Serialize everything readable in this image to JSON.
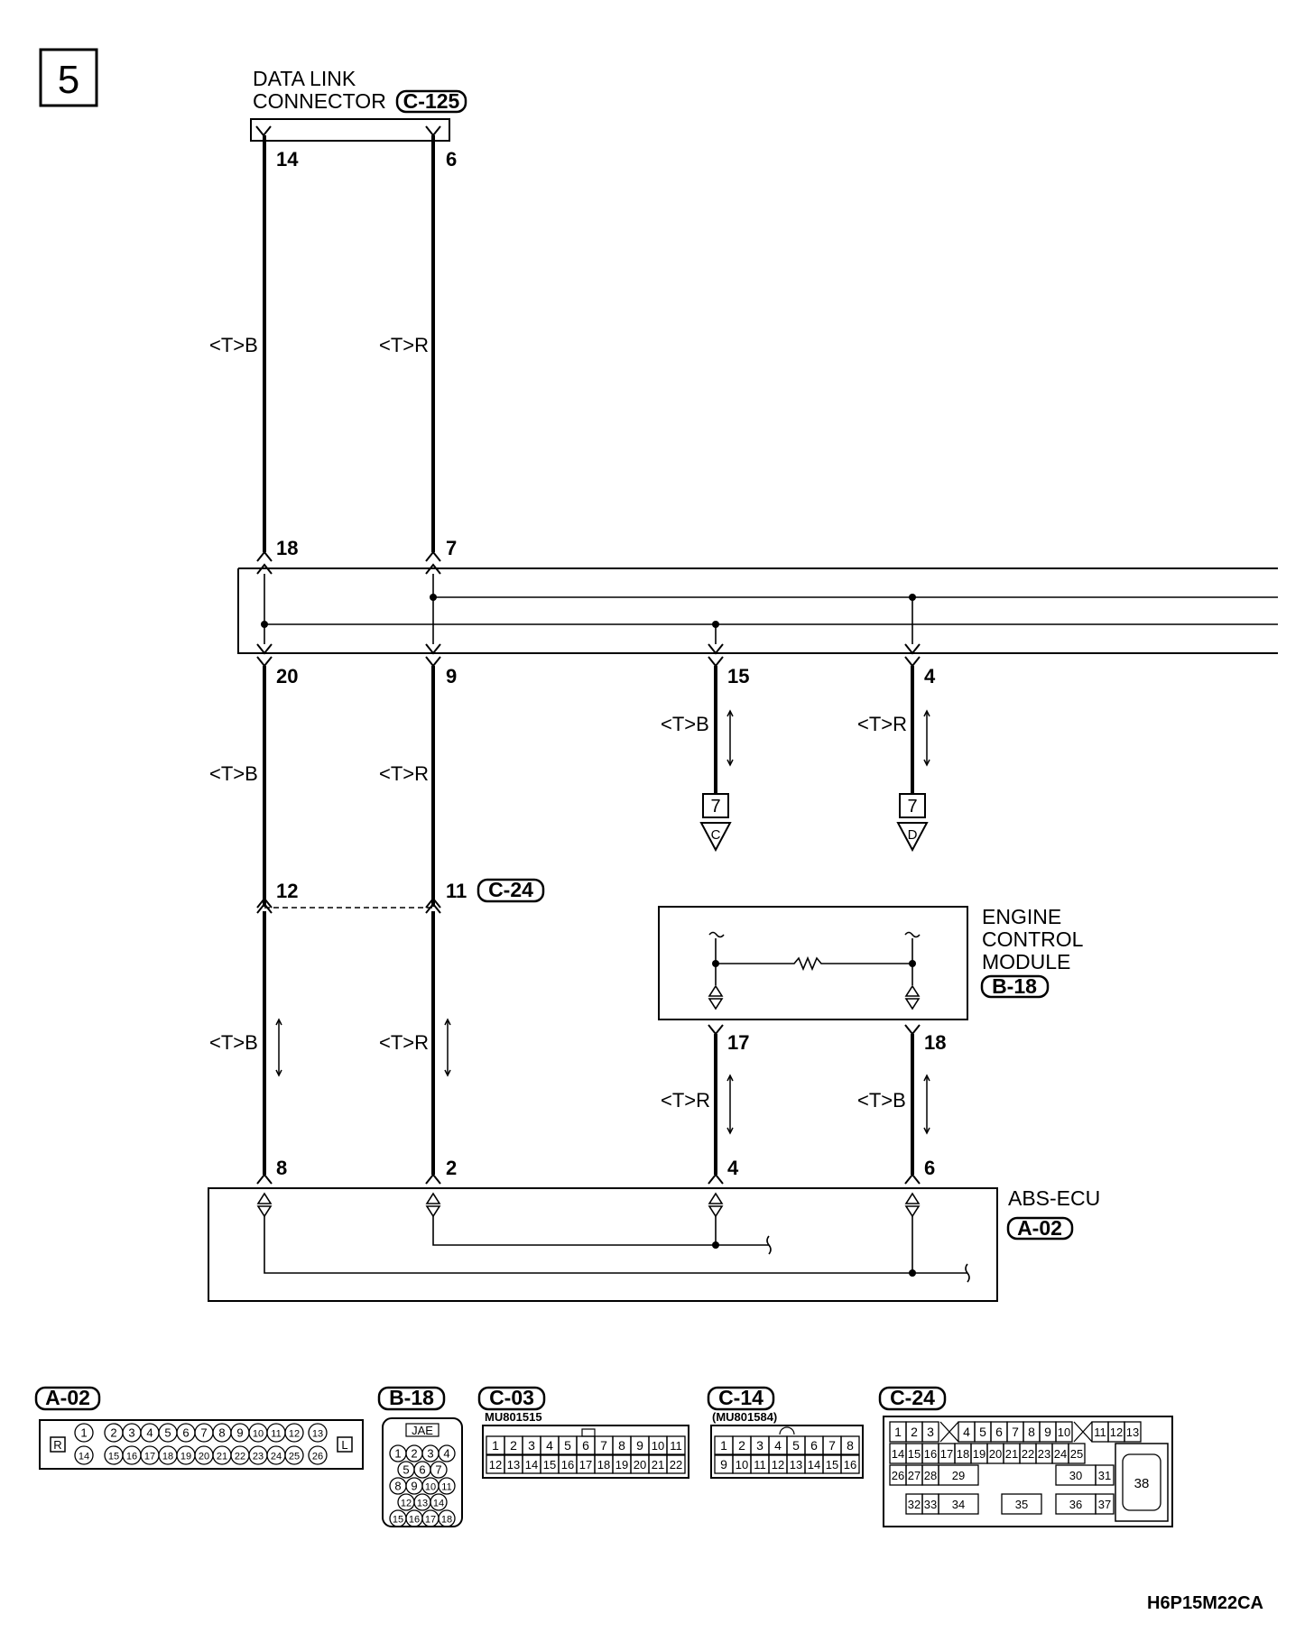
{
  "page_number": "5",
  "figure_code": "H6P15M22CA",
  "data_link_connector": {
    "line1": "DATA LINK",
    "line2": "CONNECTOR",
    "conn": "C-125",
    "pin_left": "14",
    "pin_right": "6"
  },
  "wires_upper": {
    "left": "<T>B",
    "right": "<T>R"
  },
  "junction": {
    "pin_a": "18",
    "pin_b": "7",
    "pin_c": "20",
    "pin_d": "9",
    "pin_e": "15",
    "pin_f": "4"
  },
  "wires_mid": {
    "left": "<T>B",
    "right": "<T>R",
    "c_wire": "<T>B",
    "d_wire": "<T>R"
  },
  "refs": {
    "c_num": "7",
    "c_letter": "C",
    "d_num": "7",
    "d_letter": "D"
  },
  "c24_junction": {
    "pin_left": "12",
    "pin_right": "11",
    "conn": "C-24"
  },
  "wires_lower": {
    "left": "<T>B",
    "right": "<T>R",
    "ecm_left": "<T>R",
    "ecm_right": "<T>B"
  },
  "ecm": {
    "line1": "ENGINE",
    "line2": "CONTROL",
    "line3": "MODULE",
    "conn": "B-18",
    "pin_left": "17",
    "pin_right": "18"
  },
  "abs_ecu": {
    "name": "ABS-ECU",
    "conn": "A-02",
    "pins": [
      "8",
      "2",
      "4",
      "6"
    ]
  },
  "connectors": {
    "a02": {
      "label": "A-02",
      "side_l": "R",
      "side_r": "L",
      "row1": [
        "1",
        "2",
        "3",
        "4",
        "5",
        "6",
        "7",
        "8",
        "9",
        "10",
        "11",
        "12",
        "13"
      ],
      "row2": [
        "14",
        "15",
        "16",
        "17",
        "18",
        "19",
        "20",
        "21",
        "22",
        "23",
        "24",
        "25",
        "26"
      ]
    },
    "b18": {
      "label": "B-18",
      "maker": "JAE",
      "rows": [
        [
          "1",
          "2",
          "3",
          "4"
        ],
        [
          "5",
          "6",
          "7"
        ],
        [
          "8",
          "9",
          "10",
          "11"
        ],
        [
          "12",
          "13",
          "14"
        ],
        [
          "15",
          "16",
          "17",
          "18"
        ]
      ]
    },
    "c03": {
      "label": "C-03",
      "part": "MU801515",
      "row1": [
        "1",
        "2",
        "3",
        "4",
        "5",
        "6",
        "7",
        "8",
        "9",
        "10",
        "11"
      ],
      "row2": [
        "12",
        "13",
        "14",
        "15",
        "16",
        "17",
        "18",
        "19",
        "20",
        "21",
        "22"
      ]
    },
    "c14": {
      "label": "C-14",
      "part": "(MU801584)",
      "row1": [
        "1",
        "2",
        "3",
        "4",
        "5",
        "6",
        "7",
        "8"
      ],
      "row2": [
        "9",
        "10",
        "11",
        "12",
        "13",
        "14",
        "15",
        "16"
      ]
    },
    "c24": {
      "label": "C-24",
      "row1a": [
        "1",
        "2",
        "3"
      ],
      "row1b": [
        "4",
        "5",
        "6",
        "7",
        "8",
        "9",
        "10"
      ],
      "row1c": [
        "11",
        "12",
        "13"
      ],
      "row2": [
        "14",
        "15",
        "16",
        "17",
        "18",
        "19",
        "20",
        "21",
        "22",
        "23",
        "24",
        "25"
      ],
      "row3": [
        "26",
        "27",
        "28",
        "29",
        "30",
        "31"
      ],
      "row4": [
        "32",
        "33",
        "34",
        "35",
        "36",
        "37"
      ],
      "big": "38"
    }
  }
}
